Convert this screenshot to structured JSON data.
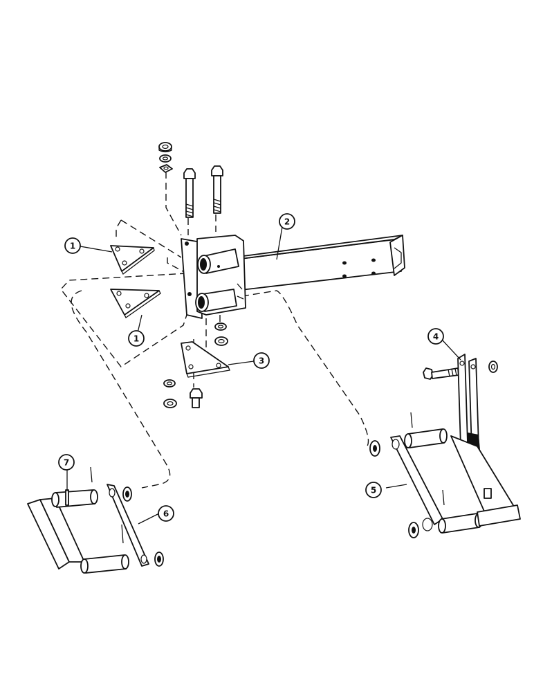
{
  "diagram": {
    "callouts": [
      {
        "id": "callout-1a",
        "label": "1"
      },
      {
        "id": "callout-1b",
        "label": "1"
      },
      {
        "id": "callout-2",
        "label": "2"
      },
      {
        "id": "callout-3",
        "label": "3"
      },
      {
        "id": "callout-4",
        "label": "4"
      },
      {
        "id": "callout-5",
        "label": "5"
      },
      {
        "id": "callout-6",
        "label": "6"
      },
      {
        "id": "callout-7",
        "label": "7"
      }
    ]
  }
}
